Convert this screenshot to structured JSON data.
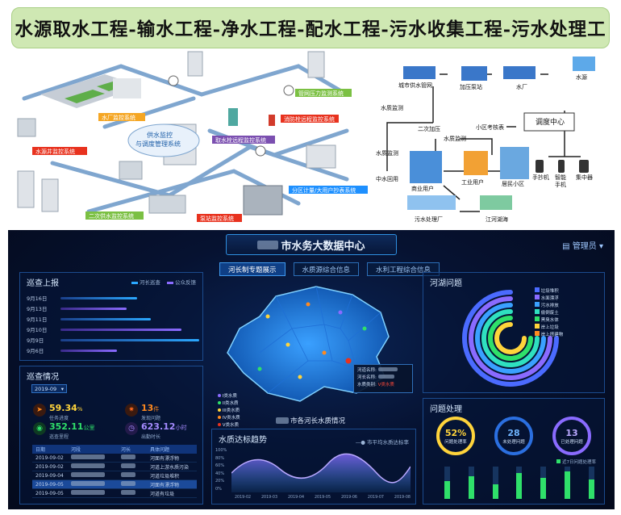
{
  "banner": {
    "title": "水源取水工程-输水工程-净水工程-配水工程-污水收集工程-污水处理工"
  },
  "illustration": {
    "left_labels": {
      "supply_center": "供水监控",
      "supply_center2": "与调度管理系统",
      "water_plant": "水厂监控系统",
      "source_well": "水源井监控系统",
      "secondary": "二次供水监控系统",
      "pump_station": "泵站监控系统",
      "intake": "取水栓远程监控系统",
      "hydrant": "消防栓远程监控系统",
      "pipe_pressure": "管网压力监测系统",
      "district_meter": "分区计量/大用户抄表系统"
    },
    "right_labels": {
      "city_pipe": "城市供水管网",
      "booster": "加压泵站",
      "plant": "水厂",
      "source": "水源",
      "wq1": "水质监测",
      "secondary": "二次加压",
      "district_meter": "小区考核表",
      "dispatch": "调度中心",
      "wq2": "水质监测",
      "business": "商业用户",
      "industry": "工业用户",
      "resident": "居民小区",
      "reuse": "中水回用",
      "wq3": "水质监测",
      "handheld": "手抄机",
      "smart_meter": "智能",
      "smart_meter2": "手机",
      "concentrator": "集中器",
      "sewage": "污水处理厂",
      "lake": "江河湖海"
    }
  },
  "dashboard": {
    "title": "市水务大数据中心",
    "admin": "管理员",
    "tabs": [
      "河长制专题展示",
      "水质源综合信息",
      "水利工程综合信息"
    ],
    "patrol_report": {
      "title": "巡查上报",
      "legend": [
        "河长巡查",
        "公众反馈"
      ],
      "dates": [
        "9月16日",
        "9月13日",
        "9月11日",
        "9月10日",
        "9月9日",
        "9月6日"
      ]
    },
    "patrol_status": {
      "title": "巡查情况",
      "month": "2019-09",
      "stats": [
        {
          "value": "59.34",
          "unit": "%",
          "label": "任务进度"
        },
        {
          "value": "13",
          "unit": "件",
          "label": "发现问题"
        },
        {
          "value": "352.11",
          "unit": "公里",
          "label": "巡查里程"
        },
        {
          "value": "623.12",
          "unit": "小时",
          "label": "出勤时长"
        }
      ],
      "table_headers": [
        "日期",
        "河段",
        "河长",
        "具体问题"
      ],
      "rows": [
        {
          "date": "2019-09-02",
          "issue": "河面有漂浮物"
        },
        {
          "date": "2019-09-02",
          "issue": "河道上游水质污染"
        },
        {
          "date": "2019-09-04",
          "issue": "河道垃圾堆积"
        },
        {
          "date": "2019-09-05",
          "issue": "河面有漂浮物"
        },
        {
          "date": "2019-09-05",
          "issue": "河道有垃圾"
        }
      ]
    },
    "map": {
      "popup": [
        "河道名称:",
        "河长名称:",
        "水质类别:"
      ],
      "popup_value": "V类水质",
      "legend": [
        "I类水质",
        "II类水质",
        "III类水质",
        "IV类水质",
        "V类水质"
      ],
      "caption": "市各河长水质情况"
    },
    "trend": {
      "title": "水质达标趋势",
      "legend": "市平均水质达标率",
      "yticks": [
        "100%",
        "80%",
        "60%",
        "40%",
        "20%",
        "0%"
      ],
      "xticks": [
        "2019-02",
        "2019-03",
        "2019-04",
        "2019-05",
        "2019-06",
        "2019-07",
        "2019-08"
      ]
    },
    "river_issues": {
      "title": "河湖问题",
      "legend": [
        "垃圾堆积",
        "水面漂浮",
        "污水排放",
        "偷倒废土",
        "黑臭水体",
        "岸上垃圾",
        "岸上搭建物"
      ]
    },
    "issue_handling": {
      "title": "问题处理",
      "rings": [
        {
          "value": "52%",
          "label": "问题处理率"
        },
        {
          "value": "28",
          "label": "未处理问题"
        },
        {
          "value": "13",
          "label": "已处理问题"
        }
      ],
      "legend": "近7日问题处理率"
    }
  },
  "colors": {
    "accent": "#1f6fd6",
    "green": "#2fe06a",
    "yellow": "#ffd43b",
    "orange": "#ff8a1f",
    "purple": "#8a6bff",
    "red": "#e8321e"
  }
}
